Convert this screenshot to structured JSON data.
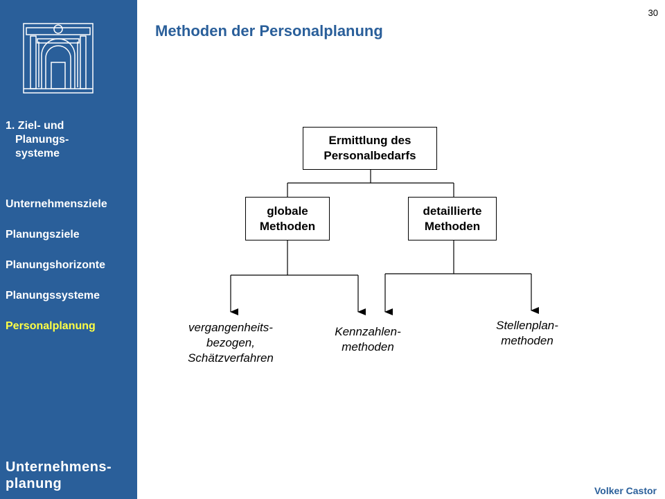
{
  "slide": {
    "number": "30",
    "title": "Methoden der Personalplanung",
    "author": "Volker Castor"
  },
  "sidebar": {
    "chapter": {
      "line1": "1. Ziel- und",
      "line2": "Planungs-",
      "line3": "systeme"
    },
    "items": [
      {
        "label": "Unternehmensziele",
        "active": false
      },
      {
        "label": "Planungsziele",
        "active": false
      },
      {
        "label": "Planungshorizonte",
        "active": false
      },
      {
        "label": "Planungssysteme",
        "active": false
      },
      {
        "label": "Personalplanung",
        "active": true
      }
    ],
    "footer": {
      "line1": "Unternehmens-",
      "line2": "planung"
    }
  },
  "diagram": {
    "root": {
      "line1": "Ermittlung des",
      "line2": "Personalbedarfs"
    },
    "global": {
      "line1": "globale",
      "line2": "Methoden"
    },
    "detail": {
      "line1": "detaillierte",
      "line2": "Methoden"
    },
    "leaf1": {
      "line1": "vergangenheits-",
      "line2": "bezogen,",
      "line3": "Schätzverfahren"
    },
    "leaf2": {
      "line1": "Kennzahlen-",
      "line2": "methoden"
    },
    "leaf3": {
      "line1": "Stellenplan-",
      "line2": "methoden"
    }
  },
  "colors": {
    "sidebar": "#2a5f9a",
    "active": "#ffff44",
    "title": "#2a5f9a"
  }
}
